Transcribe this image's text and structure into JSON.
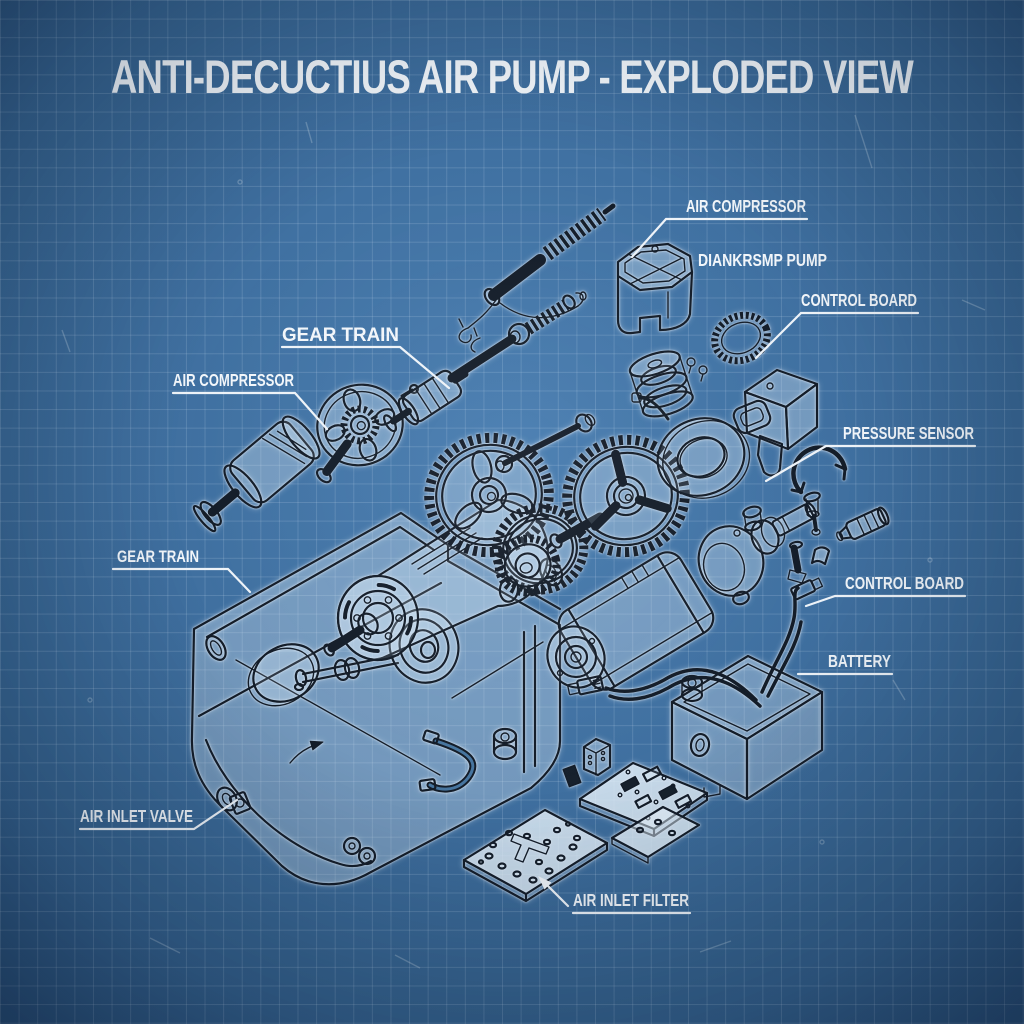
{
  "title": "ANTI-DECUCTIUS AIR PUMP - EXPLODED VIEW",
  "labels": {
    "air_compressor_top": "AIR COMPRESSOR",
    "diankrsmp_pump": "DIANKRSMP PUMP",
    "control_board_top": "CONTROL BOARD",
    "gear_train_top": "GEAR TRAIN",
    "air_compressor_left": "AIR COMPRESSOR",
    "pressure_sensor": "PRESSURE SENSOR",
    "gear_train_left": "GEAR TRAIN",
    "control_board_right": "CONTROL BOARD",
    "battery": "BATTERY",
    "air_inlet_valve": "AIR INLET VALVE",
    "air_inlet_filter": "AIR INLET FILTER"
  },
  "colors": {
    "background": "#3f6f9f",
    "background_edge": "#2b5480",
    "grid_line": "#d6e6f6",
    "ink": "#141d29",
    "label_text": "#f2f6fa",
    "halo": "#ffffff"
  },
  "style": "blueprint exploded-view technical drawing"
}
